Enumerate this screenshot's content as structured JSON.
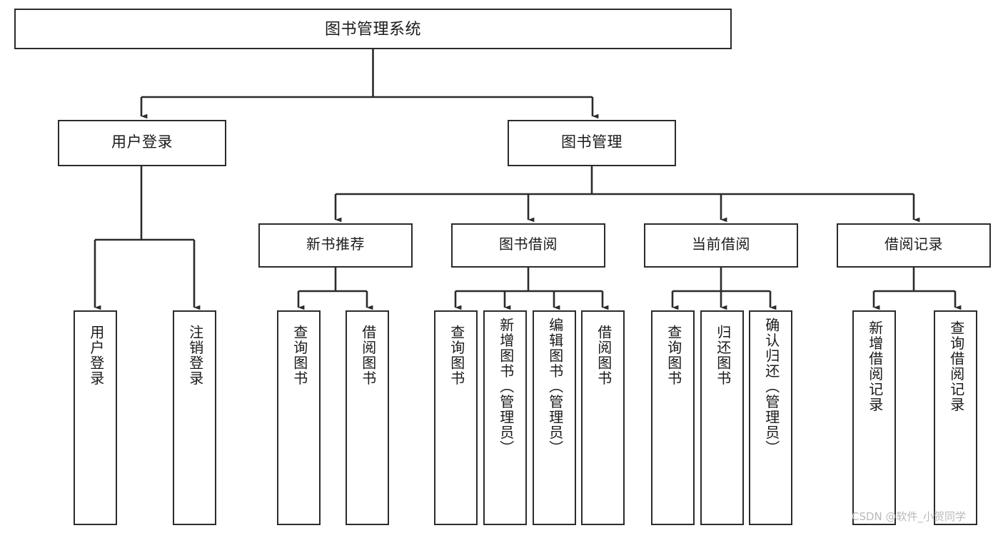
{
  "diagram": {
    "type": "tree",
    "title": "图书管理系统",
    "root": {
      "id": "root",
      "label": "图书管理系统"
    },
    "level2": [
      {
        "id": "user-login",
        "label": "用户登录"
      },
      {
        "id": "book-manage",
        "label": "图书管理"
      }
    ],
    "level3": [
      {
        "id": "new-book-recommend",
        "label": "新书推荐",
        "parent": "book-manage"
      },
      {
        "id": "book-borrow",
        "label": "图书借阅",
        "parent": "book-manage"
      },
      {
        "id": "current-borrow",
        "label": "当前借阅",
        "parent": "book-manage"
      },
      {
        "id": "borrow-record",
        "label": "借阅记录",
        "parent": "book-manage"
      }
    ],
    "leaves": [
      {
        "id": "leaf-user-login",
        "label": "用户登录",
        "parent": "user-login"
      },
      {
        "id": "leaf-logout-login",
        "label": "注销登录",
        "parent": "user-login"
      },
      {
        "id": "leaf-query-book-1",
        "label": "查询图书",
        "parent": "new-book-recommend"
      },
      {
        "id": "leaf-borrow-book-1",
        "label": "借阅图书",
        "parent": "new-book-recommend"
      },
      {
        "id": "leaf-query-book-2",
        "label": "查询图书",
        "parent": "book-borrow"
      },
      {
        "id": "leaf-add-book",
        "label": "新增图书（管理员）",
        "parent": "book-borrow"
      },
      {
        "id": "leaf-edit-book",
        "label": "编辑图书（管理员）",
        "parent": "book-borrow"
      },
      {
        "id": "leaf-borrow-book-2",
        "label": "借阅图书",
        "parent": "book-borrow"
      },
      {
        "id": "leaf-query-book-3",
        "label": "查询图书",
        "parent": "current-borrow"
      },
      {
        "id": "leaf-return-book",
        "label": "归还图书",
        "parent": "current-borrow"
      },
      {
        "id": "leaf-confirm-return",
        "label": "确认归还（管理员）",
        "parent": "current-borrow"
      },
      {
        "id": "leaf-add-record",
        "label": "新增借阅记录",
        "parent": "borrow-record"
      },
      {
        "id": "leaf-query-record",
        "label": "查询借阅记录",
        "parent": "borrow-record"
      }
    ]
  },
  "watermark": {
    "text": "CSDN @软件_小贺同学"
  },
  "colors": {
    "stroke": "#2b2b2b",
    "fill": "#ffffff",
    "text": "#1a1a1a",
    "watermark": "#b9b9b9"
  }
}
